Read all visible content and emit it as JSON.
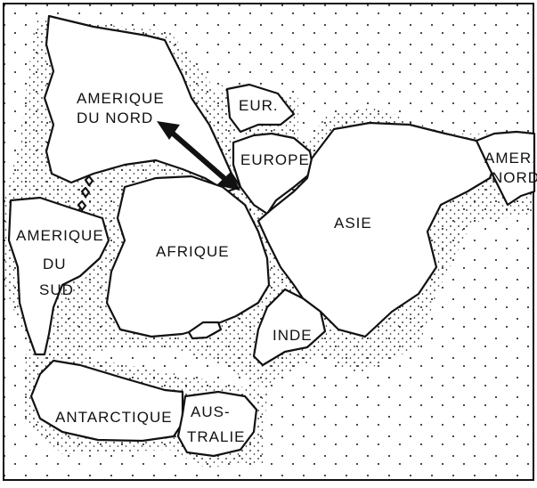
{
  "map": {
    "labels": {
      "north_america_1": "AMERIQUE",
      "north_america_2": "DU NORD",
      "europe_small": "EUR.",
      "europe": "EUROPE",
      "america_north_east_1": "AMER.",
      "america_north_east_2": "NORD",
      "south_america_1": "AMERIQUE",
      "south_america_2": "DU",
      "south_america_3": "SUD",
      "africa": "AFRIQUE",
      "asia": "ASIE",
      "india": "INDE",
      "antarctica": "ANTARCTIQUE",
      "australia_1": "AUS-",
      "australia_2": "TRALIE"
    },
    "colors": {
      "ink": "#111111",
      "land": "#ffffff",
      "ocean": "#ffffff"
    },
    "arrow": {
      "type": "double-headed",
      "between": [
        "AMERIQUE DU NORD",
        "EUROPE"
      ]
    }
  }
}
